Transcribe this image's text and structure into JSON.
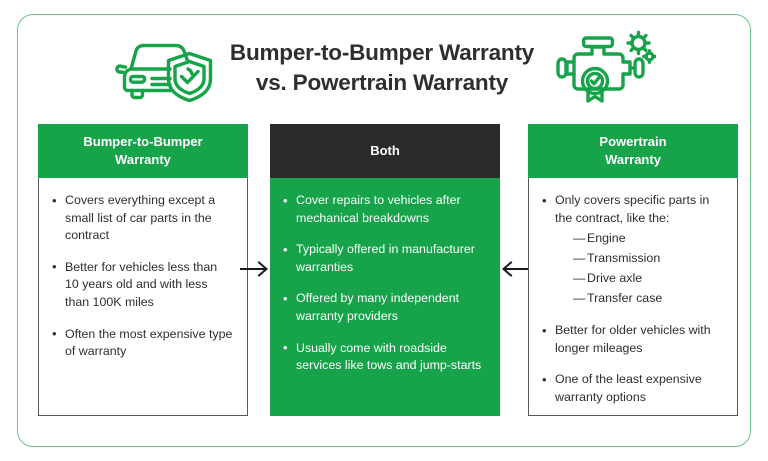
{
  "title": {
    "line1": "Bumper-to-Bumper Warranty",
    "line2": "vs. Powertrain Warranty"
  },
  "icons": {
    "left": "car-shield-check-icon",
    "right": "engine-gears-badge-icon",
    "arrow_left": "arrow-right-icon",
    "arrow_right": "arrow-left-icon"
  },
  "colors": {
    "green": "#16a34a",
    "dark": "#2b2b2b",
    "frame": "#6ec48a",
    "text": "#2e2e2e",
    "border": "#58595b"
  },
  "columns": {
    "left": {
      "header": "Bumper-to-Bumper Warranty",
      "header_line1": "Bumper-to-Bumper",
      "header_line2": "Warranty",
      "bullets": [
        "Covers everything except a small list of car parts in the contract",
        "Better for vehicles less than 10 years old and with less than 100K miles",
        "Often the most expensive type of warranty"
      ]
    },
    "center": {
      "header": "Both",
      "bullets": [
        "Cover repairs to vehicles after mechanical breakdowns",
        "Typically offered in manufacturer warranties",
        "Offered by many independent warranty providers",
        "Usually come with roadside services like tows and jump-starts"
      ]
    },
    "right": {
      "header": "Powertrain Warranty",
      "header_line1": "Powertrain",
      "header_line2": "Warranty",
      "bullets": [
        "Only covers specific parts in the contract, like the:",
        "Better for older vehicles with longer mileages",
        "One of the least expensive warranty options"
      ],
      "subbullets": [
        "Engine",
        "Transmission",
        "Drive axle",
        "Transfer case"
      ]
    }
  }
}
